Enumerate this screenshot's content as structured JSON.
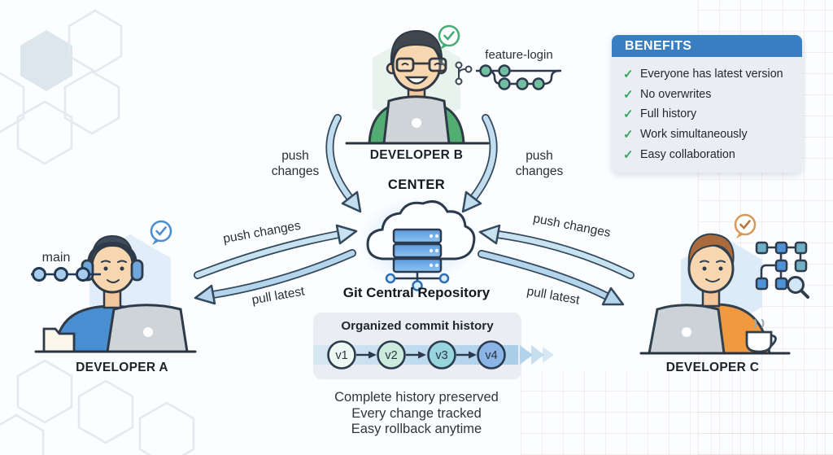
{
  "benefits": {
    "title": "BENEFITS",
    "items": [
      "Everyone has latest version",
      "No overwrites",
      "Full history",
      "Work simultaneously",
      "Easy collaboration"
    ],
    "header_color": "#3a7ec2",
    "check_color": "#3da563"
  },
  "center": {
    "heading": "CENTER",
    "caption": "Git Central Repository"
  },
  "developers": {
    "a": {
      "label": "DEVELOPER A",
      "branch": "main",
      "shirt_color": "#4a8ed2"
    },
    "b": {
      "label": "DEVELOPER B",
      "branch": "feature-login",
      "shirt_color": "#52ad72"
    },
    "c": {
      "label": "DEVELOPER C",
      "shirt_color": "#f0993f"
    }
  },
  "arrows": {
    "top_left": {
      "line1": "push",
      "line2": "changes"
    },
    "top_right": {
      "line1": "push",
      "line2": "changes"
    },
    "left_push": "push changes",
    "left_pull": "pull latest",
    "right_push": "push changes",
    "right_pull": "pull latest",
    "fill_color": "#c2ddee",
    "outline_color": "#33495e"
  },
  "commit_history": {
    "title": "Organized commit history",
    "commits": [
      {
        "label": "v1",
        "color": "#eef8f2"
      },
      {
        "label": "v2",
        "color": "#cdebdd"
      },
      {
        "label": "v3",
        "color": "#96d4de"
      },
      {
        "label": "v4",
        "color": "#8ab5e6"
      }
    ]
  },
  "footer": [
    "Complete history preserved",
    "Every change tracked",
    "Easy rollback anytime"
  ],
  "icons": {
    "check": "✓"
  }
}
